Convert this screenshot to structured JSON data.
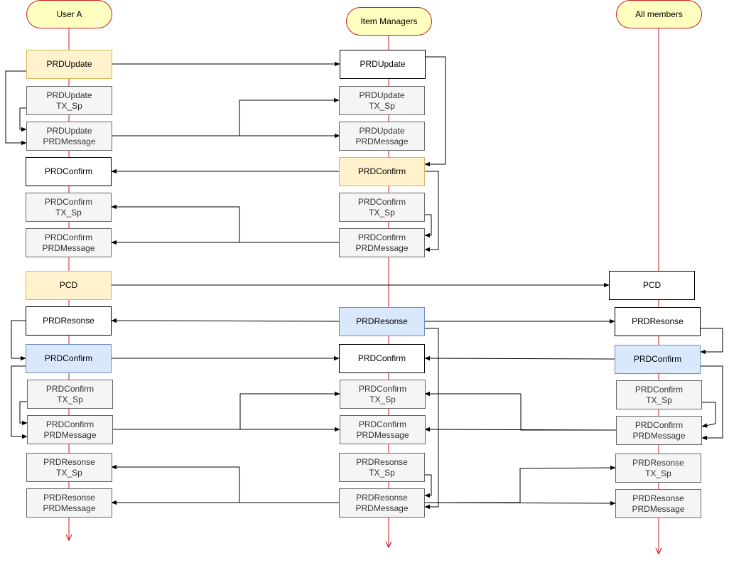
{
  "actors": {
    "user_a": "User A",
    "item_managers": "Item Managers",
    "all_members": "All members"
  },
  "colors": {
    "lifeline": "#c81d1d",
    "actor_fill": "#ffffc0",
    "yellow_fill": "#fff2cc",
    "blue_fill": "#dae8fc",
    "grey_fill": "#f5f5f5"
  },
  "boxes": {
    "ua_prdupdate": {
      "line1": "PRDUpdate",
      "line2": ""
    },
    "ua_prdupdate_tx": {
      "line1": "PRDUpdate",
      "line2": "TX_Sp"
    },
    "ua_prdupdate_msg": {
      "line1": "PRDUpdate",
      "line2": "PRDMessage"
    },
    "ua_prdconfirm": {
      "line1": "PRDConfirm",
      "line2": ""
    },
    "ua_prdconfirm_tx": {
      "line1": "PRDConfirm",
      "line2": "TX_Sp"
    },
    "ua_prdconfirm_msg": {
      "line1": "PRDConfirm",
      "line2": "PRDMessage"
    },
    "ua_pcd": {
      "line1": "PCD",
      "line2": ""
    },
    "ua_prdresonse": {
      "line1": "PRDResonse",
      "line2": ""
    },
    "ua_prdconfirm2": {
      "line1": "PRDConfirm",
      "line2": ""
    },
    "ua_prdconfirm2_tx": {
      "line1": "PRDConfirm",
      "line2": "TX_Sp"
    },
    "ua_prdconfirm2_msg": {
      "line1": "PRDConfirm",
      "line2": "PRDMessage"
    },
    "ua_prdresonse_tx": {
      "line1": "PRDResonse",
      "line2": "TX_Sp"
    },
    "ua_prdresonse_msg": {
      "line1": "PRDResonse",
      "line2": "PRDMessage"
    },
    "im_prdupdate": {
      "line1": "PRDUpdate",
      "line2": ""
    },
    "im_prdupdate_tx": {
      "line1": "PRDUpdate",
      "line2": "TX_Sp"
    },
    "im_prdupdate_msg": {
      "line1": "PRDUpdate",
      "line2": "PRDMessage"
    },
    "im_prdconfirm": {
      "line1": "PRDConfirm",
      "line2": ""
    },
    "im_prdconfirm_tx": {
      "line1": "PRDConfirm",
      "line2": "TX_Sp"
    },
    "im_prdconfirm_msg": {
      "line1": "PRDConfirm",
      "line2": "PRDMessage"
    },
    "im_prdresonse": {
      "line1": "PRDResonse",
      "line2": ""
    },
    "im_prdconfirm2": {
      "line1": "PRDConfirm",
      "line2": ""
    },
    "im_prdconfirm2_tx": {
      "line1": "PRDConfirm",
      "line2": "TX_Sp"
    },
    "im_prdconfirm2_msg": {
      "line1": "PRDConfirm",
      "line2": "PRDMessage"
    },
    "im_prdresonse_tx": {
      "line1": "PRDResonse",
      "line2": "TX_Sp"
    },
    "im_prdresonse_msg": {
      "line1": "PRDResonse",
      "line2": "PRDMessage"
    },
    "am_pcd": {
      "line1": "PCD",
      "line2": ""
    },
    "am_prdresonse": {
      "line1": "PRDResonse",
      "line2": ""
    },
    "am_prdconfirm": {
      "line1": "PRDConfirm",
      "line2": ""
    },
    "am_prdconfirm_tx": {
      "line1": "PRDConfirm",
      "line2": "TX_Sp"
    },
    "am_prdconfirm_msg": {
      "line1": "PRDConfirm",
      "line2": "PRDMessage"
    },
    "am_prdresonse_tx": {
      "line1": "PRDResonse",
      "line2": "TX_Sp"
    },
    "am_prdresonse_msg": {
      "line1": "PRDResonse",
      "line2": "PRDMessage"
    }
  }
}
